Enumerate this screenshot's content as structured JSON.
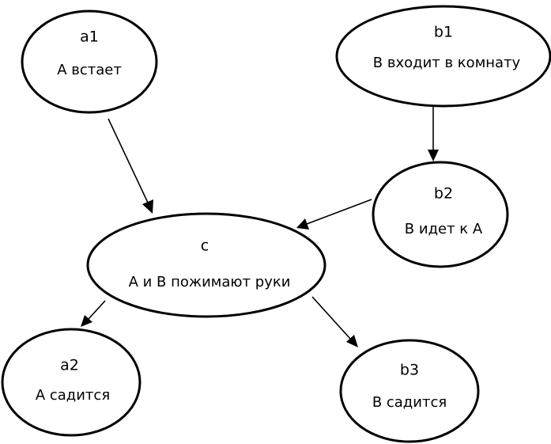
{
  "nodes": {
    "a1": {
      "id": "a1",
      "label": "А встает"
    },
    "b1": {
      "id": "b1",
      "label": "В входит в комнату"
    },
    "b2": {
      "id": "b2",
      "label": "В идет к А"
    },
    "c": {
      "id": "c",
      "label": "А и В пожимают руки"
    },
    "a2": {
      "id": "a2",
      "label": "А садится"
    },
    "b3": {
      "id": "b3",
      "label": "В садится"
    }
  },
  "edges": [
    {
      "from": "a1",
      "to": "c"
    },
    {
      "from": "b1",
      "to": "b2"
    },
    {
      "from": "b2",
      "to": "c"
    },
    {
      "from": "c",
      "to": "a2"
    },
    {
      "from": "c",
      "to": "b3"
    }
  ],
  "colors": {
    "ink": "#000000",
    "background": "#ffffff"
  }
}
